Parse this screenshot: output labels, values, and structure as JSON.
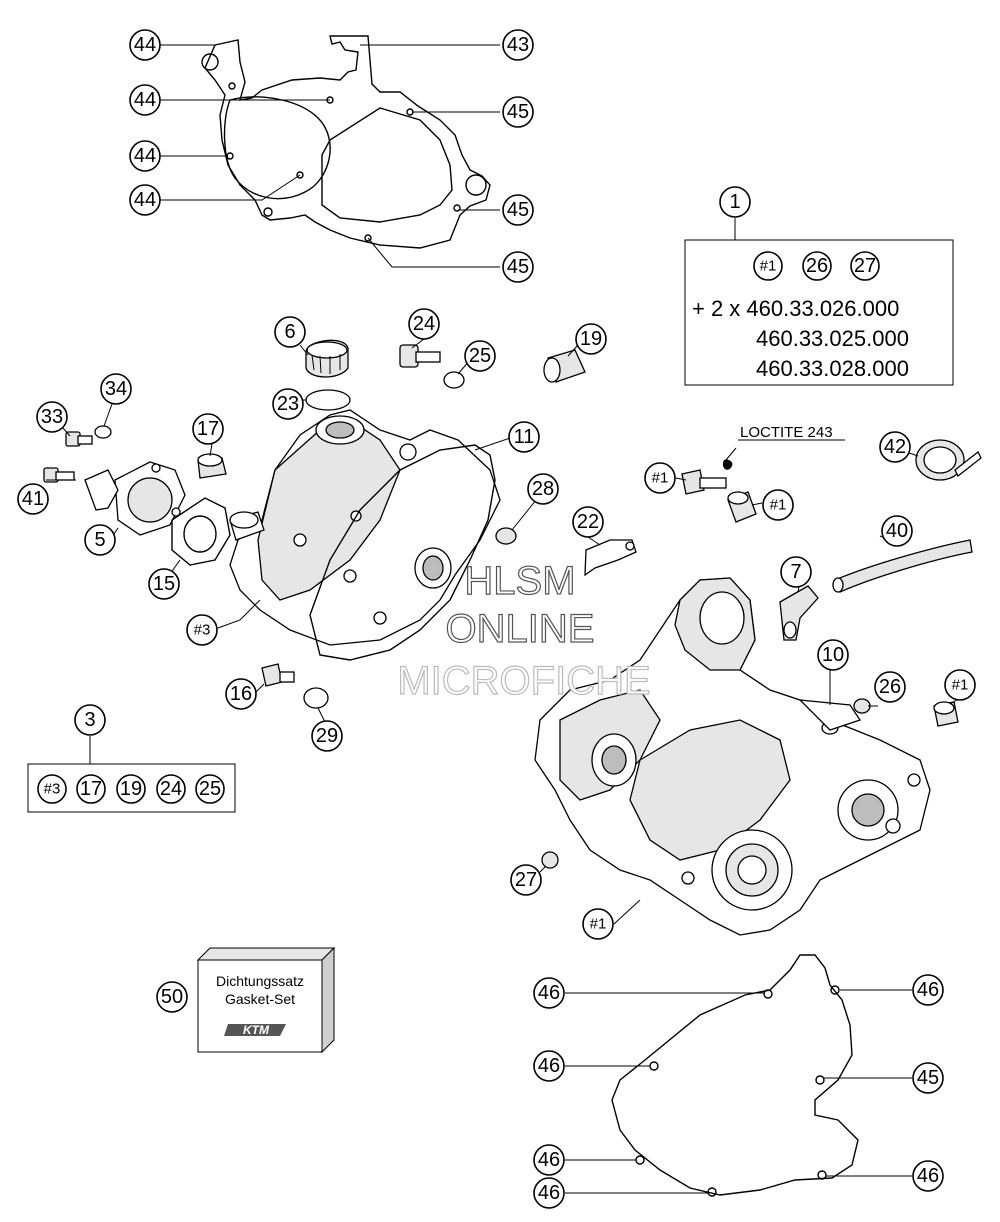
{
  "callouts": {
    "c44a": "44",
    "c44b": "44",
    "c44c": "44",
    "c44d": "44",
    "c43": "43",
    "c45a": "45",
    "c45b": "45",
    "c45c": "45",
    "c1": "1",
    "c6": "6",
    "c24a": "24",
    "c25a": "25",
    "c19a": "19",
    "c23": "23",
    "c34": "34",
    "c33": "33",
    "c17a": "17",
    "c41": "41",
    "c5": "5",
    "c15": "15",
    "c3a": "#3",
    "c11": "11",
    "c28": "28",
    "c22": "22",
    "c42": "42",
    "c1a": "#1",
    "c1b": "#1",
    "c40": "40",
    "c7": "7",
    "c10": "10",
    "c26a": "26",
    "c1c": "#1",
    "c16": "16",
    "c29": "29",
    "c3": "3",
    "c27a": "27",
    "c1d": "#1",
    "c50": "50",
    "c46a": "46",
    "c46b": "46",
    "c46c": "46",
    "c46d": "46",
    "c46e": "46",
    "c45d": "45",
    "c46f": "46"
  },
  "kit1": {
    "items": [
      "#1",
      "26",
      "27"
    ],
    "line1": "+ 2 x 460.33.026.000",
    "line2": "460.33.025.000",
    "line3": "460.33.028.000"
  },
  "kit3": {
    "items": [
      "#3",
      "17",
      "19",
      "24",
      "25"
    ]
  },
  "loctite_label": "LOCTITE 243",
  "gasket_set": {
    "line1": "Dichtungssatz",
    "line2": "Gasket-Set",
    "brand": "KTM"
  },
  "watermark": {
    "line1": "HLSM",
    "line2": "ONLINE",
    "line3": "MICROFICHE"
  }
}
